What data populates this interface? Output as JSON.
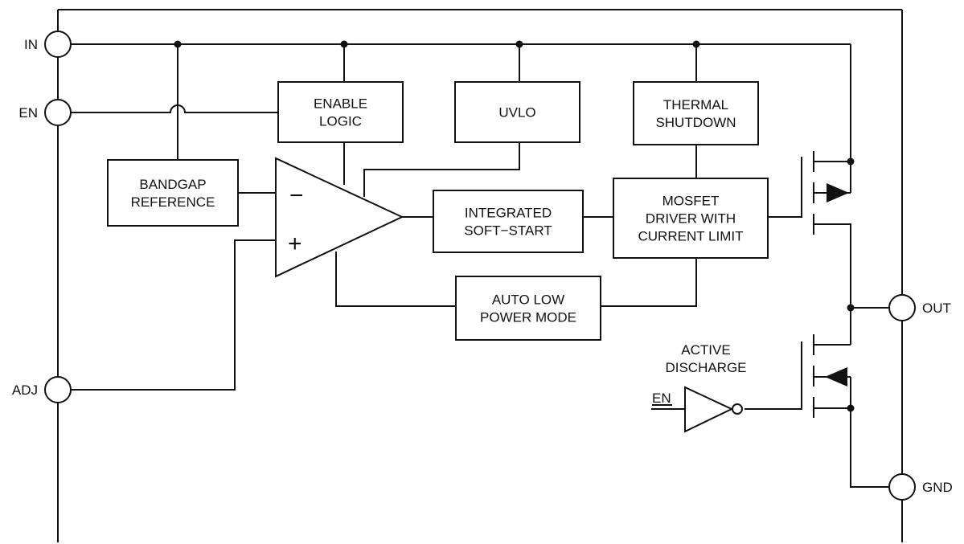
{
  "pins": {
    "in": "IN",
    "en": "EN",
    "adj": "ADJ",
    "out": "OUT",
    "gnd": "GND"
  },
  "blocks": {
    "enable_logic": [
      "ENABLE",
      "LOGIC"
    ],
    "uvlo": [
      "UVLO"
    ],
    "thermal_shutdown": [
      "THERMAL",
      "SHUTDOWN"
    ],
    "bandgap_reference": [
      "BANDGAP",
      "REFERENCE"
    ],
    "integrated_soft_start": [
      "INTEGRATED",
      "SOFT−START"
    ],
    "mosfet_driver": [
      "MOSFET",
      "DRIVER WITH",
      "CURRENT LIMIT"
    ],
    "auto_low_power_mode": [
      "AUTO LOW",
      "POWER MODE"
    ]
  },
  "amplifier": {
    "minus": "−",
    "plus": "+"
  },
  "active_discharge": {
    "title": [
      "ACTIVE",
      "DISCHARGE"
    ],
    "input_label": "EN"
  }
}
